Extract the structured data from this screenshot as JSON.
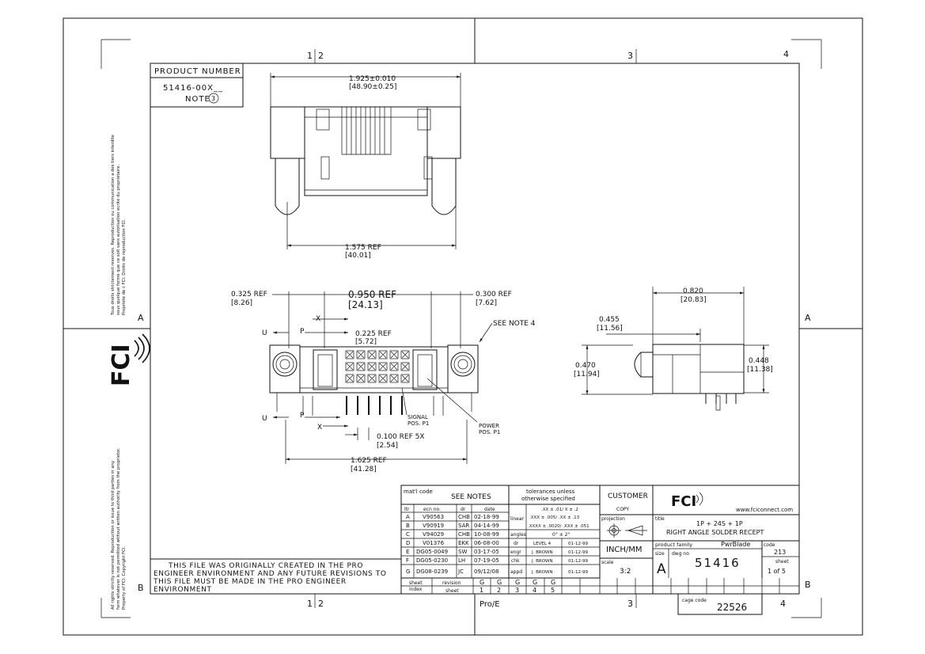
{
  "zones": {
    "top": [
      "1",
      "2",
      "3",
      "4"
    ],
    "side_left": "A",
    "side_right": "A",
    "bottom_left": "B",
    "bottom_right": "B",
    "bottom": [
      "1",
      "2",
      "3",
      "4"
    ]
  },
  "product_number": {
    "title": "PRODUCT NUMBER",
    "value": "51416-00X__",
    "note_prefix": "NOTE",
    "note_num": "3"
  },
  "left_margin_notes": {
    "upper": [
      "Tous droits strictement reserves. Reproduction ou communication a des tiers interdite",
      "sous quelque forme que ce soit sans autorisation ecrite du proprietaire.",
      "Propriete de c FCI.  Droits de reproduction FCI."
    ],
    "lower": [
      "All rights strictly reserved. Reproduction or issue to third parties in any",
      "form whatever is not permitted without written authority from the proprietor.",
      "Property of FCI.  Copyright FCI."
    ]
  },
  "logo_text": "FCI",
  "dimensions": {
    "top_width": "1.925±0.010",
    "top_width_mm": "[48.90±0.25]",
    "top_ref": "1.575  REF",
    "top_ref_mm": "[40.01]",
    "d325": "0.325 REF",
    "d325_mm": "[8.26]",
    "d950": "0.950  REF",
    "d950_mm": "[24.13]",
    "d300": "0.300 REF",
    "d300_mm": "[7.62]",
    "d225": "0.225 REF",
    "d225_mm": "[5.72]",
    "see_note": "SEE NOTE 4",
    "d100": "0.100 REF 5X",
    "d100_mm": "[2.54]",
    "d1625": "1.625  REF",
    "d1625_mm": "[41.28]",
    "d820": "0.820",
    "d820_mm": "[20.83]",
    "d455": "0.455",
    "d455_mm": "[11.56]",
    "d470": "0.470",
    "d470_mm": "[11.94]",
    "d448": "0.448",
    "d448_mm": "[11.38]",
    "lbl_u": "U",
    "lbl_p": "P",
    "lbl_x": "X",
    "signal": "SIGNAL",
    "signal_pos": "POS. P1",
    "power": "POWER",
    "power_pos": "POS. P1"
  },
  "title_block": {
    "matl_code": "mat'l code",
    "see_notes": "SEE NOTES",
    "tolerances": "tolerances unless",
    "otherwise": "otherwise specified",
    "customer": "CUSTOMER",
    "copy": "COPY",
    "website": "www.fciconnect.com",
    "rev_headers": [
      "ltr",
      "ecn no.",
      "dr",
      "date"
    ],
    "revisions": [
      [
        "A",
        "V90563",
        "CHB",
        "02-18-99"
      ],
      [
        "B",
        "V90919",
        "SAR",
        "04-14-99"
      ],
      [
        "C",
        "V94029",
        "CHB",
        "10-08-99"
      ],
      [
        "D",
        "V01376",
        "EKK",
        "06-08-00"
      ],
      [
        "E",
        "DG05-0049",
        "SW",
        "03-17-05"
      ],
      [
        "F",
        "DG05-0230",
        "LH",
        "07-19-05"
      ],
      [
        "G",
        "DG08-0239",
        "JC",
        "09/12/08"
      ]
    ],
    "linear": "linear",
    "linear_val1": ".XX ± .01/ X ± .2",
    "linear_val2": ".XXX ± .005/ .XX ± .13",
    "linear_val3": ".XXXX ± .0020/ .XXX ± .051",
    "angles": "angles",
    "angles_val": "0° ± 2°",
    "dr": "dr",
    "engr": "engr",
    "chk": "chk",
    "appd": "appd",
    "level": "LEVEL 4",
    "dr_date": "01-12-99",
    "engr_name": "J. BROWN",
    "engr_date": "01-12-99",
    "chk_name": "J. BROWN",
    "chk_date": "01-12-99",
    "appd_name": "J. BROWN",
    "appd_date": "01-12-99",
    "projection": "projection",
    "units": "INCH/MM",
    "scale_label": "scale",
    "scale": "3:2",
    "title_label": "title",
    "title_line1": "1P + 24S + 1P",
    "title_line2": "RIGHT ANGLE SOLDER RECEPT",
    "product_family_label": "product family",
    "product_family": "PwrBlade",
    "code_label": "code",
    "code": "213",
    "size_label": "size",
    "size": "A",
    "dwg_no_label": "dwg no",
    "dwg_no": "51416",
    "sheet_label": "sheet",
    "sheet_of": "1 of 5",
    "sheet_rev_label1": "sheet",
    "sheet_rev_label2": "index",
    "revision_label": "revision",
    "sheet_sm_label": "sheet",
    "sheet_revs": [
      "G",
      "G",
      "G",
      "G",
      "G"
    ],
    "sheet_nums": [
      "1",
      "2",
      "3",
      "4",
      "5"
    ],
    "cage_code_label": "cage code",
    "cage_code": "22526",
    "pro_e": "Pro/E"
  },
  "pro_note": [
    "THIS FILE WAS ORIGINALLY CREATED IN THE PRO",
    "ENGINEER ENVIRONMENT AND ANY FUTURE REVISIONS TO",
    "THIS FILE MUST BE MADE IN THE PRO ENGINEER",
    "ENVIRONMENT"
  ]
}
